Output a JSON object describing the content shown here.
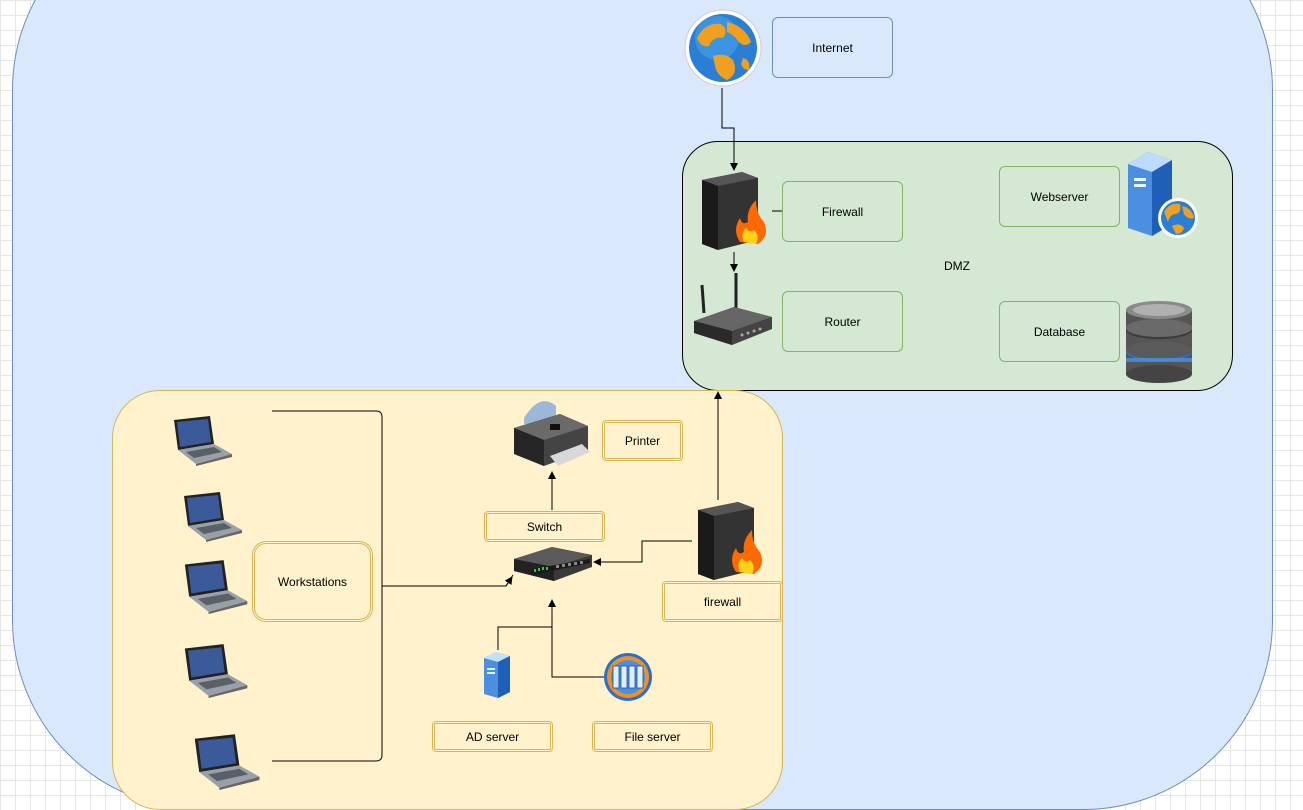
{
  "colors": {
    "outer_fill": "#dae8fc",
    "outer_stroke": "#6c8ebf",
    "dmz_fill": "#d5e8d4",
    "dmz_stroke": "#000000",
    "lan_fill": "#fff2cc",
    "lan_stroke": "#d6b656"
  },
  "labels": {
    "internet": "Internet",
    "firewall_dmz": "Firewall",
    "router": "Router",
    "webserver": "Webserver",
    "database": "Database",
    "dmz": "DMZ",
    "printer": "Printer",
    "switch": "Switch",
    "workstations": "Workstations",
    "firewall_lan": "firewall",
    "ad_server": "AD server",
    "file_server": "File server"
  },
  "icons": [
    "internet-globe-icon",
    "firewall-icon",
    "router-icon",
    "webserver-icon",
    "database-icon",
    "printer-icon",
    "switch-icon",
    "laptop-icon",
    "ad-server-icon",
    "file-server-icon"
  ]
}
